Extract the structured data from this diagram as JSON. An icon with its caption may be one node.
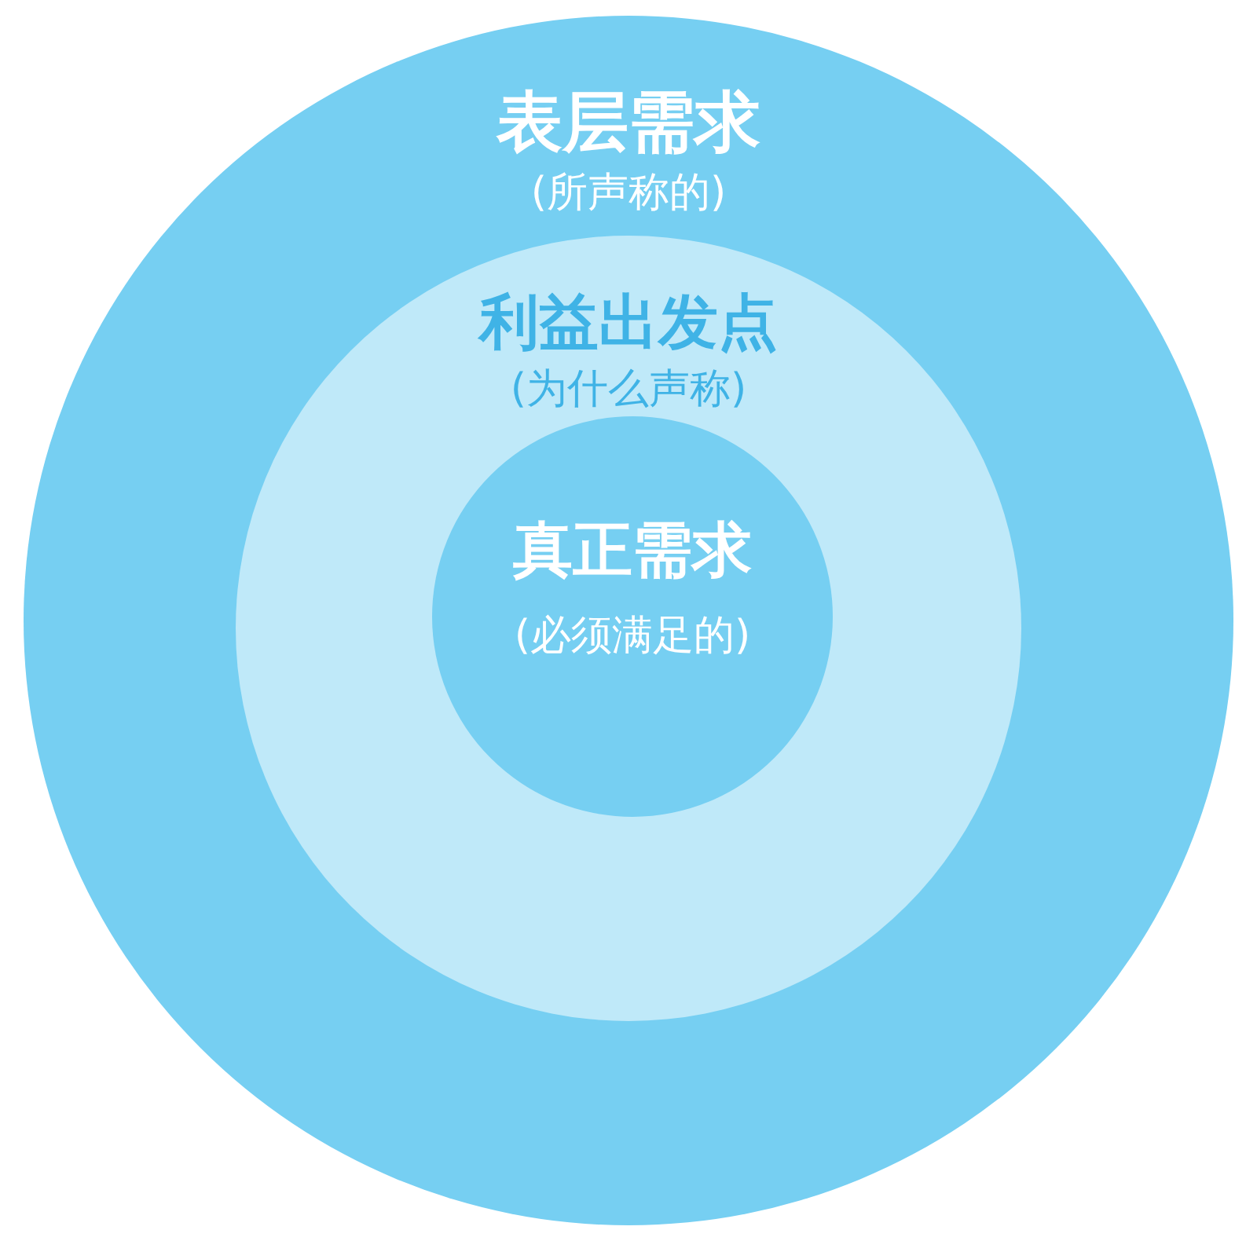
{
  "diagram": {
    "nodes": [
      {
        "text": [
          "表层需求",
          "(所声称的)"
        ]
      },
      {
        "text": [
          "利益出发点",
          "(为什么声称)"
        ],
        "in": 0
      },
      {
        "text": [
          "真正需求",
          "(必须满足的)"
        ],
        "in": 1
      }
    ]
  }
}
